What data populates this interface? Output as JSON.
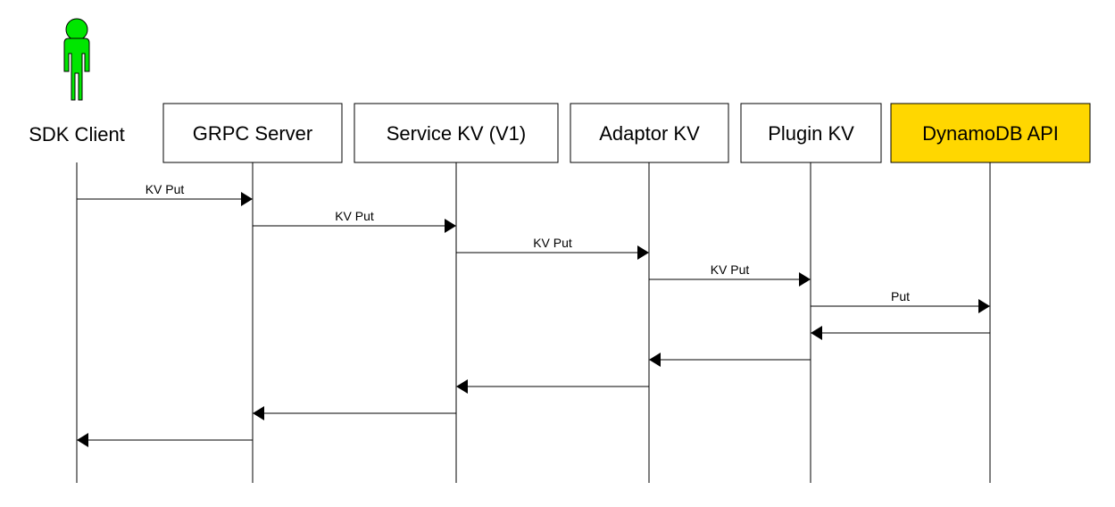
{
  "actor": {
    "label": "SDK Client",
    "icon": "person-icon",
    "color": "#00e600"
  },
  "participants": [
    {
      "id": "grpc",
      "label": "GRPC Server",
      "fill": "#ffffff",
      "text_color": "#000000"
    },
    {
      "id": "service",
      "label": "Service KV (V1)",
      "fill": "#ffffff",
      "text_color": "#000000"
    },
    {
      "id": "adaptor",
      "label": "Adaptor KV",
      "fill": "#ffffff",
      "text_color": "#000000"
    },
    {
      "id": "plugin",
      "label": "Plugin KV",
      "fill": "#ffffff",
      "text_color": "#000000"
    },
    {
      "id": "dynamo",
      "label": "DynamoDB API",
      "fill": "#ffd700",
      "text_color": "#000000"
    }
  ],
  "messages": [
    {
      "from": 0,
      "to": 1,
      "label": "KV Put"
    },
    {
      "from": 1,
      "to": 2,
      "label": "KV Put"
    },
    {
      "from": 2,
      "to": 3,
      "label": "KV Put"
    },
    {
      "from": 3,
      "to": 4,
      "label": "KV Put"
    },
    {
      "from": 4,
      "to": 5,
      "label": "Put"
    },
    {
      "from": 5,
      "to": 4,
      "label": ""
    },
    {
      "from": 4,
      "to": 3,
      "label": ""
    },
    {
      "from": 3,
      "to": 2,
      "label": ""
    },
    {
      "from": 2,
      "to": 1,
      "label": ""
    },
    {
      "from": 1,
      "to": 0,
      "label": ""
    }
  ]
}
